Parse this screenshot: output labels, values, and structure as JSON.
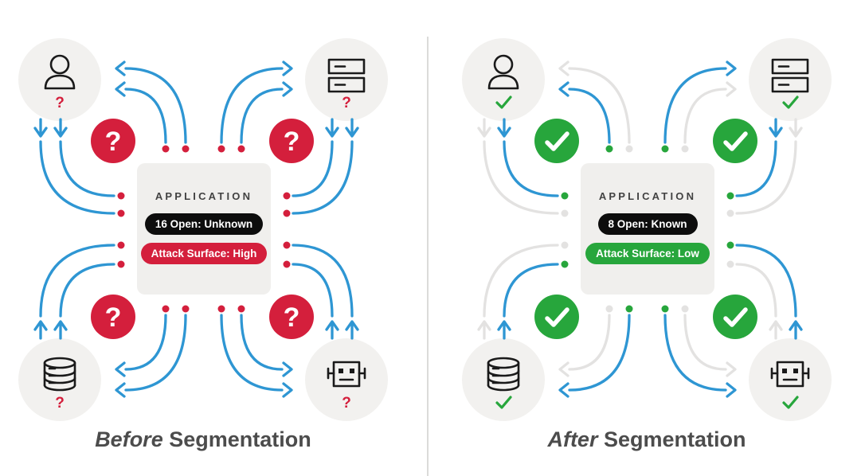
{
  "colors": {
    "red": "#D41F3C",
    "green": "#27A63C",
    "blue": "#2E96D3",
    "inactive": "#E3E2E1",
    "pill-black": "#0D0D0D",
    "card-bg": "#F0EFED"
  },
  "panels": [
    {
      "caption": {
        "emphasis": "Before",
        "rest": "Segmentation"
      },
      "card": {
        "title": "APPLICATION",
        "open_ports": "16 Open: Unknown",
        "attack_surface": "Attack Surface: High"
      },
      "marks": {
        "node": "?",
        "badge": "?"
      },
      "icons": [
        "user-icon",
        "server-stack-icon",
        "database-icon",
        "bot-icon"
      ]
    },
    {
      "caption": {
        "emphasis": "After",
        "rest": "Segmentation"
      },
      "card": {
        "title": "APPLICATION",
        "open_ports": "8 Open: Known",
        "attack_surface": "Attack Surface: Low"
      },
      "marks": {
        "node": "check",
        "badge": "check"
      },
      "icons": [
        "user-icon",
        "server-stack-icon",
        "database-icon",
        "bot-icon"
      ]
    }
  ]
}
